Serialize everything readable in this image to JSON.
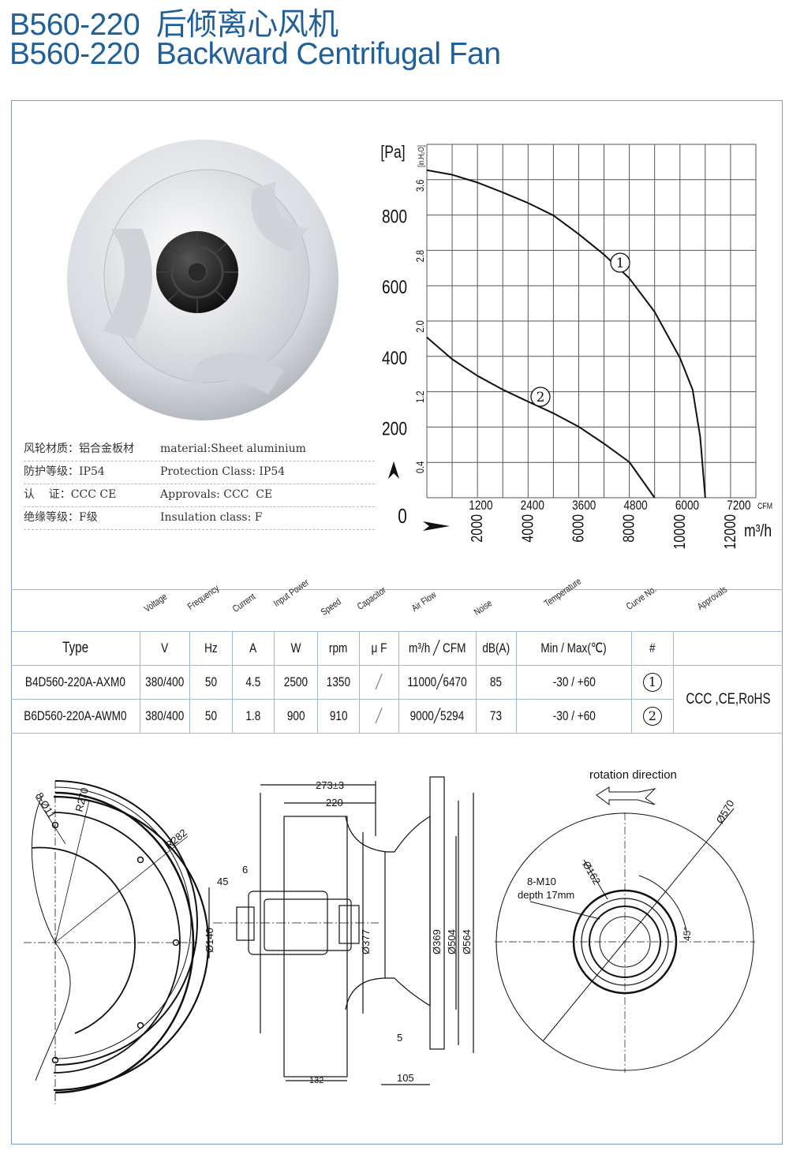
{
  "header": {
    "title_cn": "B560-220  后倾离心风机",
    "title_en": "B560-220  Backward Centrifugal Fan"
  },
  "specs": [
    {
      "cn": "风轮材质：铝合金板材",
      "en": "material:Sheet aluminium"
    },
    {
      "cn": "防护等级：IP54",
      "en": "Protection Class: IP54"
    },
    {
      "cn": "认    证：CCC CE",
      "en": "Approvals: CCC  CE"
    },
    {
      "cn": "绝缘等级：F级",
      "en": "Insulation class: F"
    }
  ],
  "chart_data": {
    "type": "line",
    "title": "",
    "ylabel": "[Pa]",
    "ylabel2": "[in.H2O]",
    "xlabel": "m3/h",
    "xlabel2": "CFM",
    "xlim": [
      0,
      13000
    ],
    "ylim": [
      0,
      1000
    ],
    "grid": true,
    "x_ticks_m3h": [
      "2000",
      "4000",
      "6000",
      "8000",
      "10000",
      "12000"
    ],
    "x_ticks_cfm": [
      "1200",
      "2400",
      "3600",
      "4800",
      "6000",
      "7200"
    ],
    "y_ticks_pa": [
      "0",
      "200",
      "400",
      "600",
      "800"
    ],
    "y_ticks_inh2o": [
      "0.4",
      "1.2",
      "2.0",
      "2.8",
      "3.6"
    ],
    "series": [
      {
        "name": "1",
        "x": [
          0,
          1000,
          2000,
          3000,
          4000,
          5000,
          6000,
          7000,
          8000,
          9000,
          10000,
          10500,
          10800,
          11000
        ],
        "y": [
          927,
          914,
          892,
          864,
          834,
          799,
          746,
          688,
          621,
          526,
          396,
          306,
          172,
          0
        ]
      },
      {
        "name": "2",
        "x": [
          0,
          1000,
          2000,
          3000,
          4000,
          5000,
          6000,
          7000,
          8000,
          9000
        ],
        "y": [
          454,
          392,
          345,
          306,
          272,
          239,
          201,
          153,
          101,
          0
        ]
      }
    ]
  },
  "table": {
    "headers_rotated": [
      "Voltage",
      "Frequency",
      "Current",
      "Input Power",
      "Speed",
      "Capacitor",
      "Air Flow",
      "Noise",
      "Temperature",
      "Curve No.",
      "Approvals"
    ],
    "units": [
      "Type",
      "V",
      "Hz",
      "A",
      "W",
      "rpm",
      "μ F",
      "m³/h ╱ CFM",
      "dB(A)",
      "Min / Max(℃)",
      "#"
    ],
    "rows": [
      {
        "type": "B4D560-220A-AXM0",
        "voltage": "380/400",
        "freq": "50",
        "current": "4.5",
        "power": "2500",
        "speed": "1350",
        "cap": "╱",
        "airflow": "11000╱6470",
        "noise": "85",
        "temp": "-30 / +60",
        "curve": "1"
      },
      {
        "type": "B6D560-220A-AWM0",
        "voltage": "380/400",
        "freq": "50",
        "current": "1.8",
        "power": "900",
        "speed": "910",
        "cap": "╱",
        "airflow": "9000╱5294",
        "noise": "73",
        "temp": "-30 / +60",
        "curve": "2"
      }
    ],
    "approvals": "CCC ,CE,RoHS"
  },
  "drawings": {
    "left": {
      "r1": "R270",
      "r2": "R282",
      "holes": "8-Ø11"
    },
    "side": {
      "d273": "273±3",
      "d220": "220",
      "d6": "6",
      "d45": "45",
      "d140": "Ø140",
      "d377": "Ø377",
      "d369": "Ø369",
      "d504": "Ø504",
      "d564": "Ø564",
      "d5": "5",
      "d132": "132",
      "d105": "105"
    },
    "front": {
      "rotation": "rotation direction",
      "d570": "Ø570",
      "d162": "Ø162",
      "m10": "8-M10",
      "depth": "depth 17mm",
      "angle": "45°"
    }
  },
  "colors": {
    "title": "#1f5f9a",
    "frame": "#7a9cc4"
  }
}
